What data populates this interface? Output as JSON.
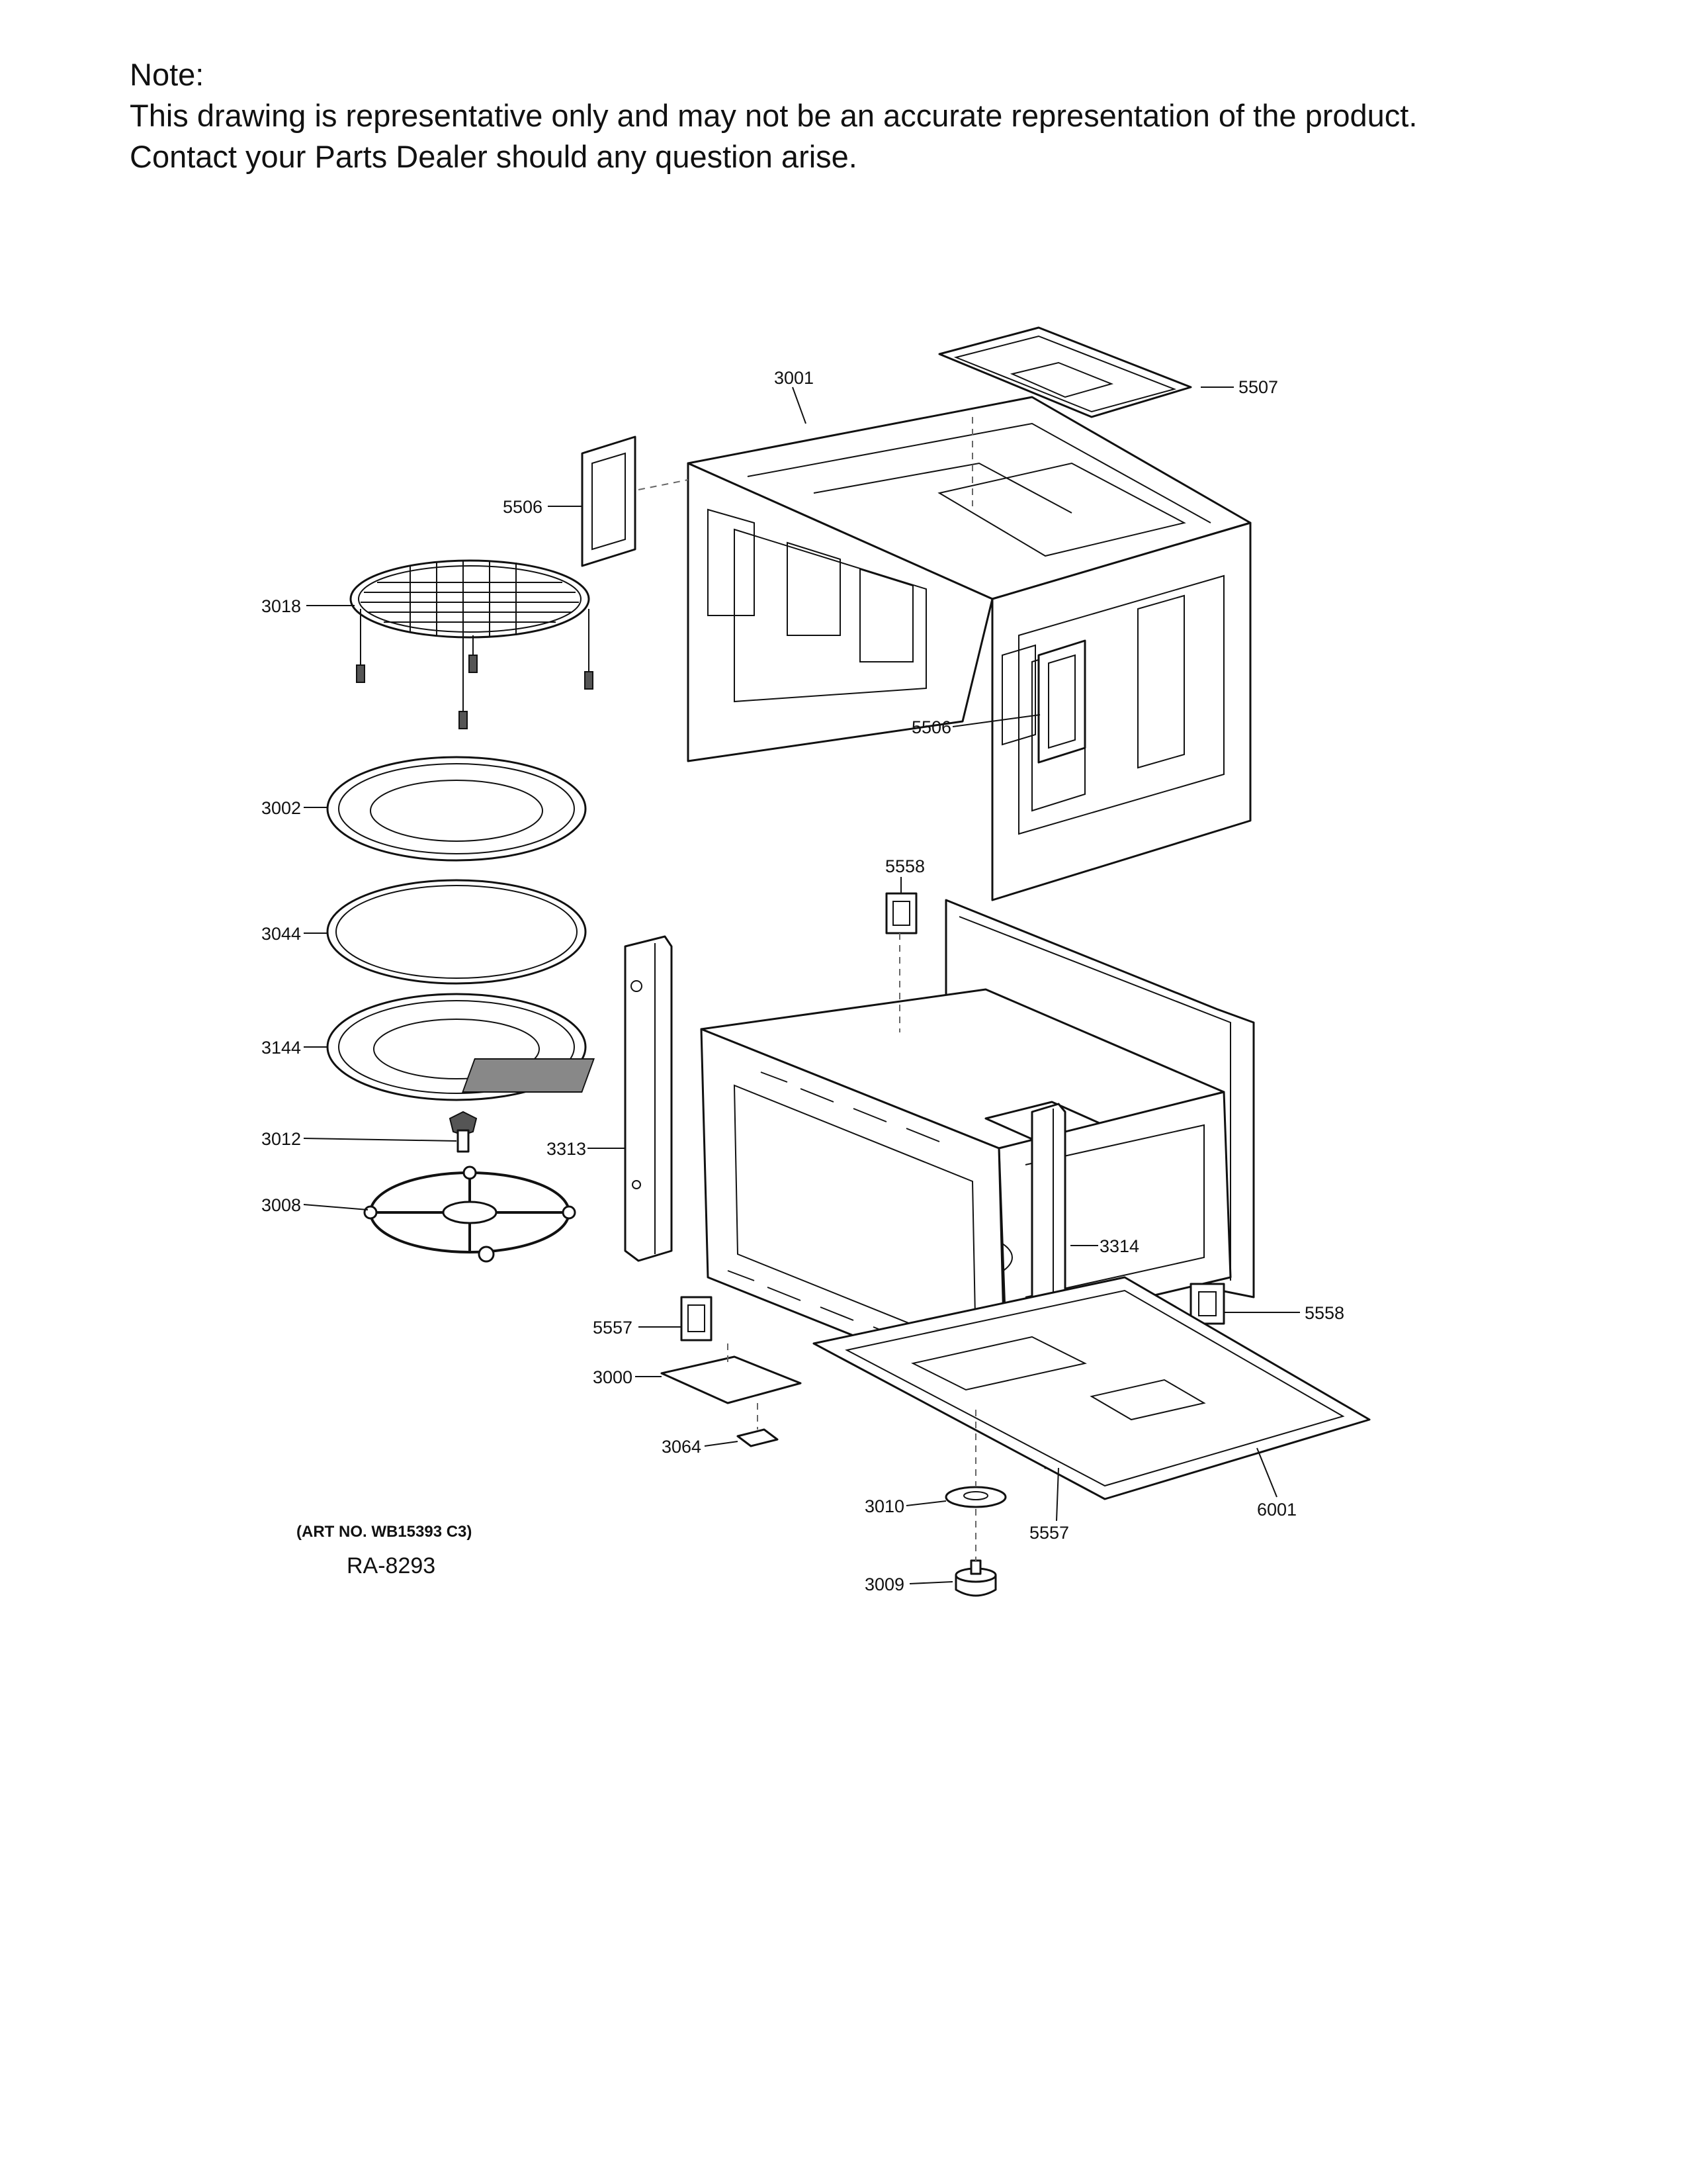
{
  "note": {
    "heading": "Note:",
    "line1": "This drawing is representative only and may not be an accurate representation of the product.",
    "line2": "Contact your Parts Dealer should any question arise."
  },
  "callouts": {
    "c3001": "3001",
    "c5507": "5507",
    "c5506_top": "5506",
    "c5506_side": "5506",
    "c3018": "3018",
    "c3002": "3002",
    "c3044": "3044",
    "c3144": "3144",
    "c3012": "3012",
    "c3008": "3008",
    "c3313": "3313",
    "c3314": "3314",
    "c5558_top": "5558",
    "c5558_right": "5558",
    "c5557_left": "5557",
    "c5557_bottom": "5557",
    "c3000": "3000",
    "c3064": "3064",
    "c3010": "3010",
    "c3009": "3009",
    "c6001": "6001"
  },
  "art_no": "(ART NO. WB15393 C3)",
  "ra_code": "RA-8293"
}
